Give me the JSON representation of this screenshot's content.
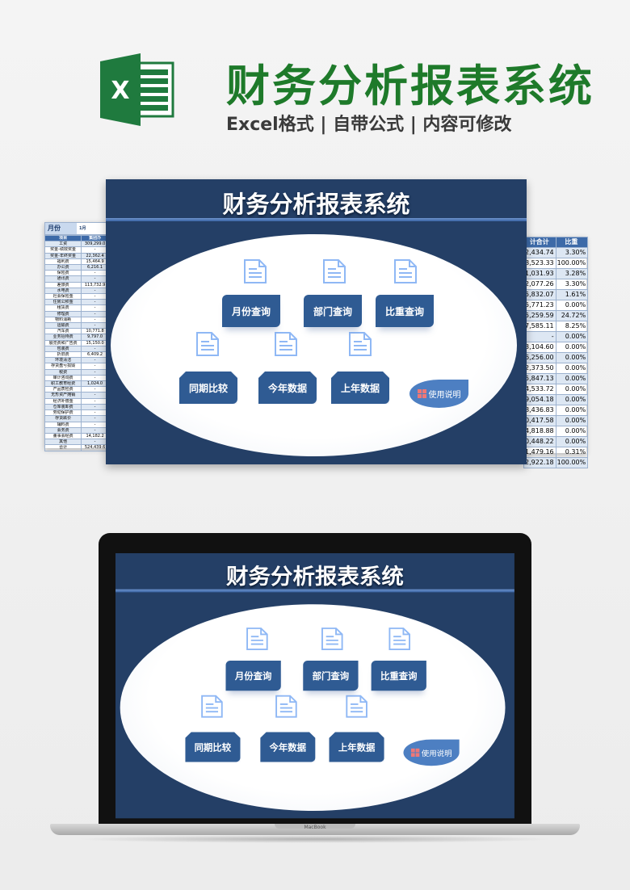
{
  "header": {
    "title": "财务分析报表系统",
    "subtitle": "Excel格式 | 自带公式 | 内容可修改",
    "logo_letter": "X",
    "brand_color": "#1e7a2a"
  },
  "dashboard": {
    "title": "财务分析报表系统",
    "buttons": [
      "月份查询",
      "部门查询",
      "比重查询",
      "同期比较",
      "今年数据",
      "上年数据"
    ],
    "help_label": "使用说明",
    "colors": {
      "background": "#243f66",
      "button": "#2f5b93",
      "help": "#4d7fc2",
      "doc_icon": "#8fb8f5"
    }
  },
  "left_sheet": {
    "month_label": "月份",
    "month_value": "1月",
    "headers": [
      "项目",
      "集团办"
    ],
    "rows": [
      [
        "工资",
        "309,299.0"
      ],
      [
        "奖金-绩效奖金",
        "-"
      ],
      [
        "奖金-年终奖金",
        "22,362.4"
      ],
      [
        "福利费",
        "15,464.9"
      ],
      [
        "办公费",
        "6,216.1"
      ],
      [
        "保险费",
        "-"
      ],
      [
        "通讯费",
        "-"
      ],
      [
        "差旅费",
        "113,732.9"
      ],
      [
        "水电费",
        "-"
      ],
      [
        "社会保险金",
        "-"
      ],
      [
        "住房公积金",
        "-"
      ],
      [
        "租赁费",
        "-"
      ],
      [
        "修理费",
        "-"
      ],
      [
        "物料消耗",
        "-"
      ],
      [
        "运输费",
        "-"
      ],
      [
        "汽车费",
        "10,771.8"
      ],
      [
        "业务招待费",
        "9,797.0"
      ],
      [
        "展览费和广告费",
        "15,150.0"
      ],
      [
        "包装费",
        "-"
      ],
      [
        "折旧费",
        "6,409.2"
      ],
      [
        "环境清洁",
        "-"
      ],
      [
        "存货盘亏损毁",
        "-"
      ],
      [
        "税费",
        "-"
      ],
      [
        "审计咨询费",
        "-"
      ],
      [
        "职工教育经费",
        "1,024.0"
      ],
      [
        "产品质检费",
        "-"
      ],
      [
        "无形资产摊销",
        "-"
      ],
      [
        "经济补偿金",
        "-"
      ],
      [
        "仓库装卸费",
        "-"
      ],
      [
        "劳动保护费",
        "-"
      ],
      [
        "存货跌价",
        "-"
      ],
      [
        "辅料费",
        "-"
      ],
      [
        "会务费",
        "-"
      ],
      [
        "董事会经费",
        "14,182.2"
      ],
      [
        "其他",
        "-"
      ],
      [
        "合计",
        "524,439.6"
      ]
    ]
  },
  "right_sheet": {
    "headers": [
      "计合计",
      "比重"
    ],
    "rows": [
      [
        "2,434.74",
        "3.30%"
      ],
      [
        "8,523.33",
        "100.00%"
      ],
      [
        "1,031.93",
        "3.28%"
      ],
      [
        "2,077.26",
        "3.30%"
      ],
      [
        "5,832.07",
        "1.61%"
      ],
      [
        "5,771.23",
        "0.00%"
      ],
      [
        "5,259.59",
        "24.72%"
      ],
      [
        "7,585.11",
        "8.25%"
      ],
      [
        "-",
        "0.00%"
      ],
      [
        "3,104.60",
        "0.00%"
      ],
      [
        "6,256.00",
        "0.00%"
      ],
      [
        "2,373.50",
        "0.00%"
      ],
      [
        "5,847.13",
        "0.00%"
      ],
      [
        "4,533.72",
        "0.00%"
      ],
      [
        "9,054.18",
        "0.00%"
      ],
      [
        "8,436.83",
        "0.00%"
      ],
      [
        "0,417.58",
        "0.00%"
      ],
      [
        "4,818.88",
        "0.00%"
      ],
      [
        "0,448.22",
        "0.00%"
      ],
      [
        "1,479.16",
        "0.31%"
      ],
      [
        "2,922.18",
        "100.00%"
      ]
    ]
  },
  "laptop": {
    "label": "MacBook"
  }
}
